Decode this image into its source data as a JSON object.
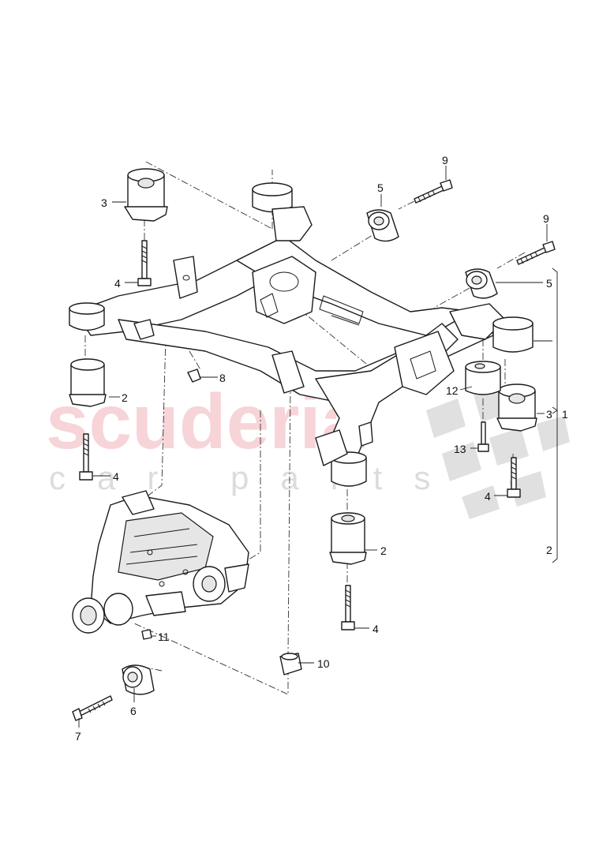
{
  "watermark": {
    "brand": "scuderia",
    "tagline": "car parts"
  },
  "callouts": {
    "c1": "1",
    "c2a": "2",
    "c2b": "2",
    "c2c": "2",
    "c3a": "3",
    "c3b": "3",
    "c4a": "4",
    "c4b": "4",
    "c4c": "4",
    "c4d": "4",
    "c5a": "5",
    "c5b": "5",
    "c6": "6",
    "c7": "7",
    "c8": "8",
    "c9a": "9",
    "c9b": "9",
    "c10": "10",
    "c11": "11",
    "c12": "12",
    "c13": "13"
  }
}
